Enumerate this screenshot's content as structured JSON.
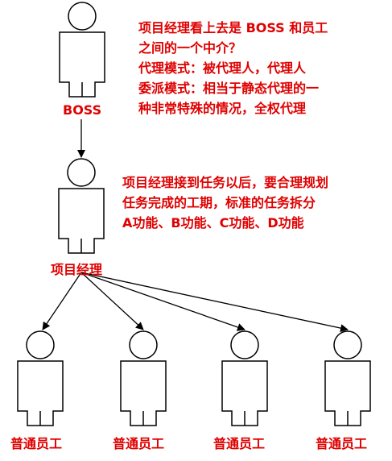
{
  "colors": {
    "accent": "#e00000",
    "figure_stroke": "#000000",
    "figure_fill": "#ffffff"
  },
  "boss": {
    "label": "BOSS"
  },
  "manager": {
    "label": "项目经理"
  },
  "employees": [
    {
      "label": "普通员工"
    },
    {
      "label": "普通员工"
    },
    {
      "label": "普通员工"
    },
    {
      "label": "普通员工"
    }
  ],
  "note_top": [
    "项目经理看上去是 BOSS 和员工",
    "之间的一个中介？",
    "代理模式：被代理人，代理人",
    "委派模式：相当于静态代理的一",
    "种非常特殊的情况，全权代理"
  ],
  "note_middle": [
    "项目经理接到任务以后，要合理规划",
    "任务完成的工期，标准的任务拆分",
    "A功能、B功能、C功能、D功能"
  ]
}
